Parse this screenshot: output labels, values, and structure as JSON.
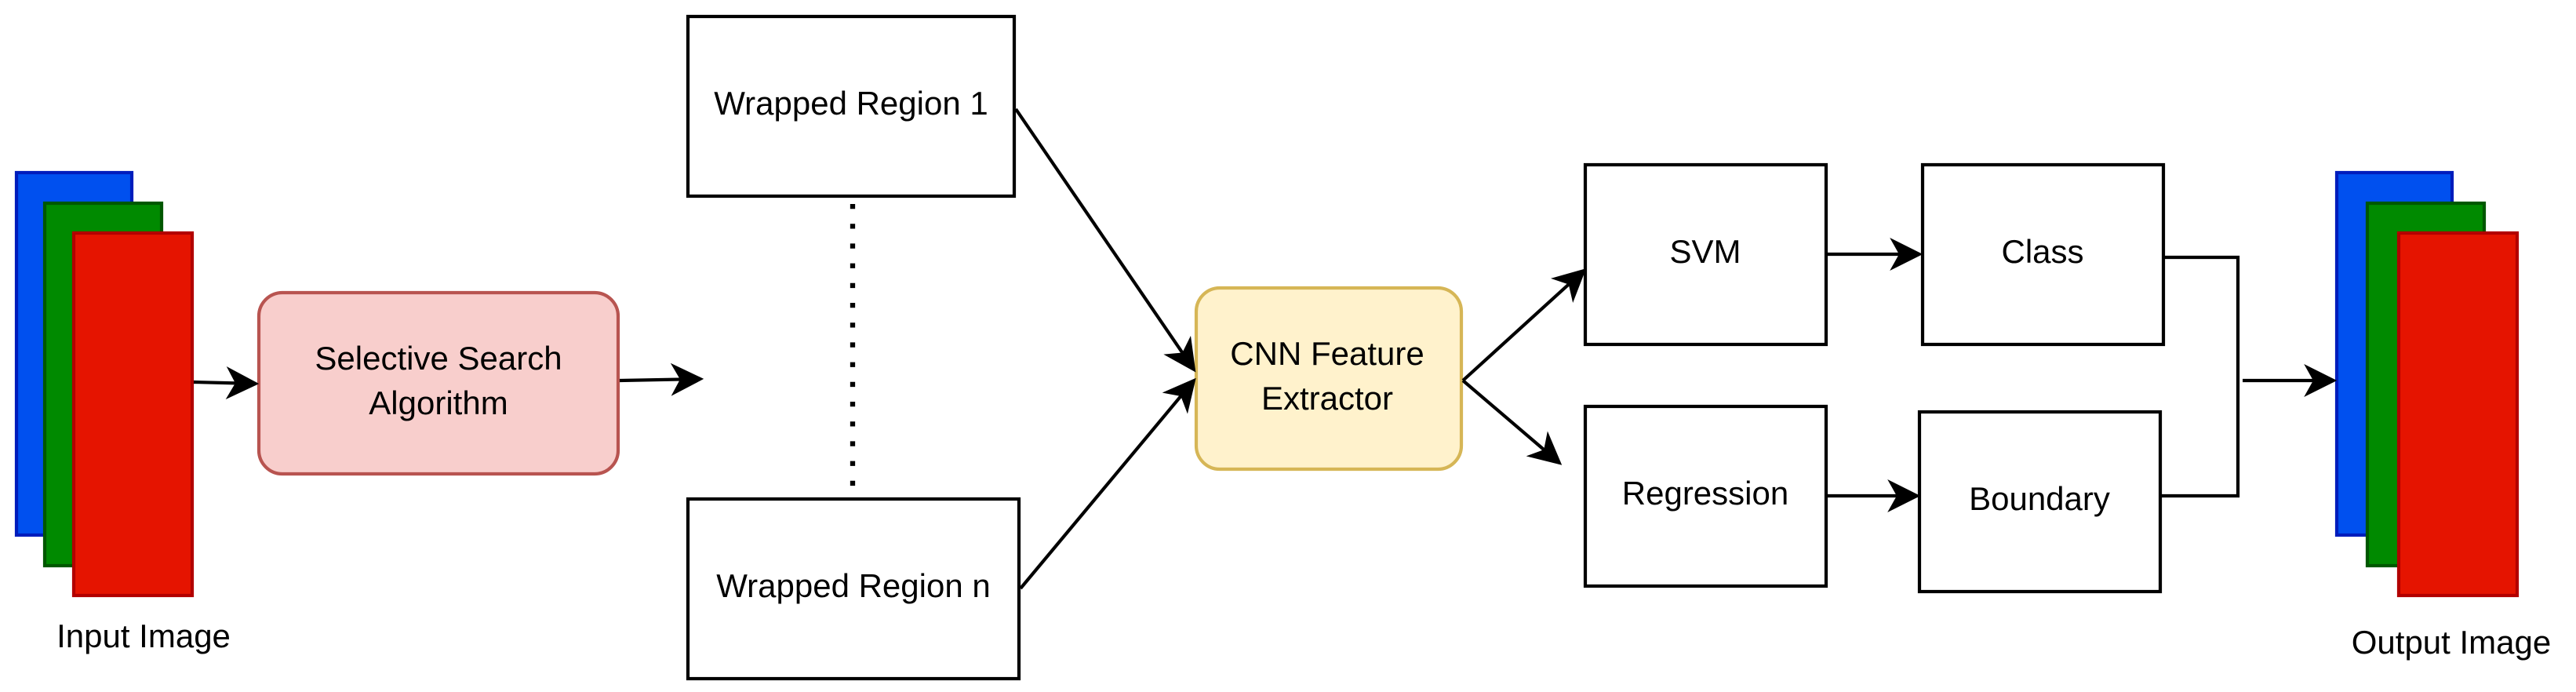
{
  "colors": {
    "image_blue": "#0050ef",
    "image_green": "#008a00",
    "image_red": "#e51400",
    "selective_search_fill": "#f8cecc",
    "selective_search_stroke": "#b85450",
    "cnn_fill": "#fff2cc",
    "cnn_stroke": "#d6b656",
    "line": "#000000"
  },
  "input_image": {
    "label": "Input Image"
  },
  "output_image": {
    "label": "Output Image"
  },
  "selective_search": {
    "line1": "Selective Search",
    "line2": "Algorithm"
  },
  "wrapped_region_1": {
    "label": "Wrapped Region 1"
  },
  "wrapped_region_n": {
    "label": "Wrapped Region n"
  },
  "cnn": {
    "line1": "CNN Feature",
    "line2": "Extractor"
  },
  "svm": {
    "label": "SVM"
  },
  "regression": {
    "label": "Regression"
  },
  "class_box": {
    "label": "Class"
  },
  "boundary": {
    "label": "Boundary"
  }
}
